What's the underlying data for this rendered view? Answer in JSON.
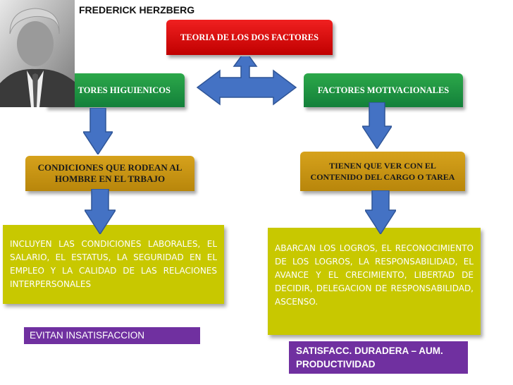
{
  "header": {
    "title": "FREDERICK HERZBERG"
  },
  "top_box": {
    "label": "TEORIA DE LOS DOS FACTORES"
  },
  "left": {
    "factor": "TORES HIGUIENICOS",
    "condition": "CONDICIONES QUE RODEAN AL HOMBRE EN EL TRBAJO",
    "detail": "INCLUYEN LAS CONDICIONES LABORALES, EL SALARIO, EL ESTATUS, LA SEGURIDAD EN EL EMPLEO Y LA CALIDAD DE LAS RELACIONES INTERPERSONALES",
    "result": "EVITAN INSATISFACCION"
  },
  "right": {
    "factor": "FACTORES MOTIVACIONALES",
    "condition": "TIENEN QUE VER CON EL CONTENIDO DEL CARGO O TAREA",
    "detail": "ABARCAN LOS LOGROS, EL RECONOCIMIENTO DE LOS LOGROS, LA RESPONSABILIDAD, EL AVANCE Y EL CRECIMIENTO, LIBERTAD DE DECIDIR, DELEGACION DE RESPONSABILIDAD, ASCENSO.",
    "result": "SATISFACC. DURADERA – AUM. PRODUCTIVIDAD"
  },
  "colors": {
    "red": "#d01010",
    "green": "#1a8c3c",
    "gold": "#c9930f",
    "olive": "#c8c800",
    "purple": "#7030a0",
    "arrow_blue": "#4472c4"
  },
  "icons": {
    "photo": "portrait-photo",
    "arrow": "down-arrow-icon",
    "connector": "t-connector-arrow"
  }
}
